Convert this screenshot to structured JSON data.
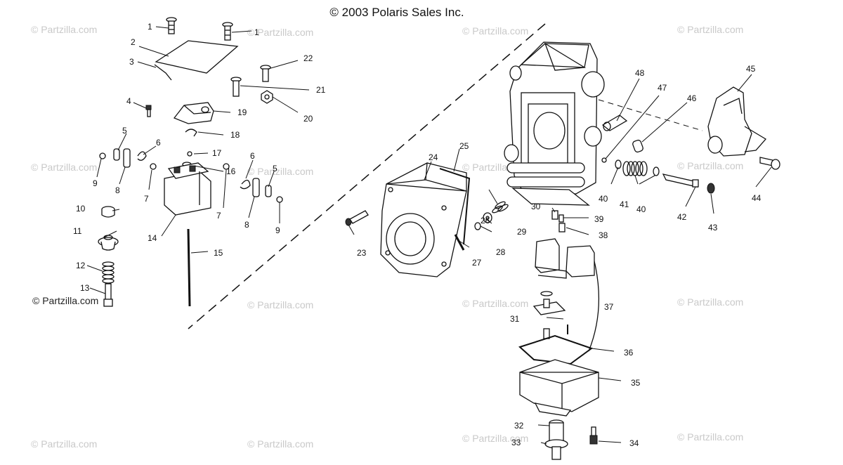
{
  "copyright": "© 2003 Polaris Sales Inc.",
  "watermark": "© Partzilla.com",
  "watermark_dark": "© Partzilla.com",
  "callouts": [
    "1",
    "1",
    "2",
    "3",
    "4",
    "5",
    "5",
    "6",
    "6",
    "7",
    "7",
    "8",
    "8",
    "9",
    "9",
    "10",
    "11",
    "12",
    "13",
    "14",
    "15",
    "16",
    "17",
    "18",
    "19",
    "20",
    "21",
    "22",
    "23",
    "24",
    "25",
    "26",
    "27",
    "28",
    "29",
    "30",
    "31",
    "32",
    "33",
    "34",
    "35",
    "36",
    "37",
    "38",
    "39",
    "40",
    "40",
    "41",
    "42",
    "43",
    "44",
    "45",
    "46",
    "47",
    "48"
  ]
}
